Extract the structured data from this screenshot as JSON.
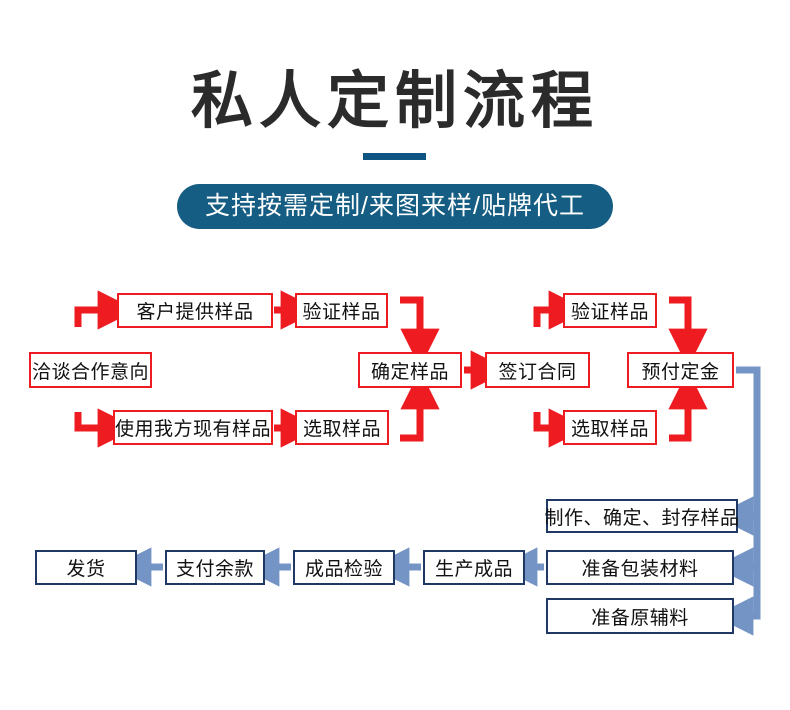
{
  "header": {
    "title": "私人定制流程",
    "banner": "支持按需定制/来图来样/贴牌代工",
    "underline_color": "#0e5583",
    "banner_color": "#165d84"
  },
  "colors": {
    "red_arrow": "#ee1c20",
    "red_box_border": "#ee1c20",
    "blue_arrow": "#7394c4",
    "navy_box_border": "#1f3864",
    "title_text": "#2b2b2b",
    "background": "#ffffff"
  },
  "flow": {
    "stage_start": {
      "label": "洽谈合作意向",
      "border": "red"
    },
    "branch_a_top": {
      "label": "客户提供样品",
      "border": "red"
    },
    "branch_a_top_next": {
      "label": "验证样品",
      "border": "red"
    },
    "branch_a_bottom": {
      "label": "使用我方现有样品",
      "border": "red"
    },
    "branch_a_bottom_next": {
      "label": "选取样品",
      "border": "red"
    },
    "confirm_sample": {
      "label": "确定样品",
      "border": "red"
    },
    "sign_contract": {
      "label": "签订合同",
      "border": "red"
    },
    "branch_b_top": {
      "label": "验证样品",
      "border": "red"
    },
    "branch_b_bottom": {
      "label": "选取样品",
      "border": "red"
    },
    "deposit": {
      "label": "预付定金",
      "border": "red"
    },
    "make_seal_sample": {
      "label": "制作、确定、封存样品",
      "border": "navy"
    },
    "prepare_packaging": {
      "label": "准备包装材料",
      "border": "navy"
    },
    "prepare_materials": {
      "label": "准备原辅料",
      "border": "navy"
    },
    "produce": {
      "label": "生产成品",
      "border": "navy"
    },
    "inspect": {
      "label": "成品检验",
      "border": "navy"
    },
    "pay_balance": {
      "label": "支付余款",
      "border": "navy"
    },
    "ship": {
      "label": "发货",
      "border": "navy"
    }
  }
}
